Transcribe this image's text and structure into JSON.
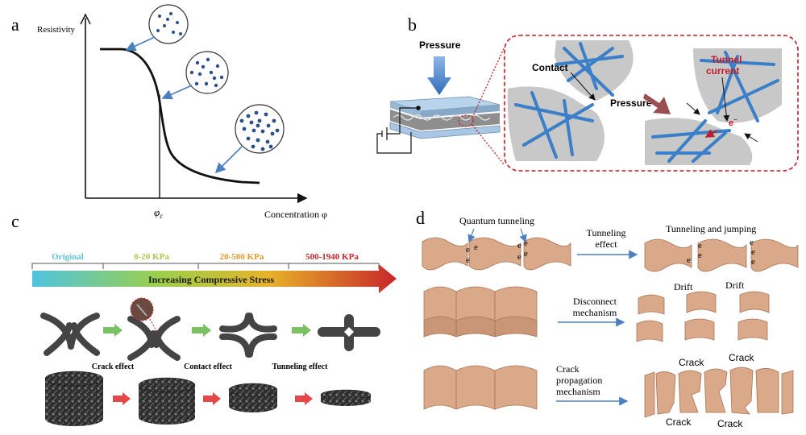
{
  "panel_a": {
    "label": "a",
    "y_axis_label": "Resistivity",
    "x_axis_label": "Concentration φ",
    "critical_label": "φ",
    "critical_sub": "c"
  },
  "panel_b": {
    "label": "b",
    "pressure_top": "Pressure",
    "contact": "Contact",
    "pressure_mid": "Pressure",
    "tunnel_line1": "Tunnel",
    "tunnel_line2": "current",
    "electron": "e",
    "electron_sup": "−"
  },
  "panel_c": {
    "label": "c",
    "stages": [
      {
        "label": "Original",
        "color": "#5fc4d8"
      },
      {
        "label": "0-20 KPa",
        "color": "#a6c84a"
      },
      {
        "label": "20-500 KPa",
        "color": "#e09a2a"
      },
      {
        "label": "500-1940 KPa",
        "color": "#c8262a"
      }
    ],
    "bar_label": "Increasing Compressive Stress",
    "effects": [
      "Crack effect",
      "Contact effect",
      "Tunneling effect"
    ]
  },
  "panel_d": {
    "label": "d",
    "row1_left": "Quantum tunneling",
    "row1_arrow_line1": "Tunneling",
    "row1_arrow_line2": "effect",
    "row1_right": "Tunneling and jumping",
    "electron": "e",
    "row2_arrow_line1": "Disconnect",
    "row2_arrow_line2": "mechanism",
    "drift": "Drift",
    "row3_arrow_line1": "Crack",
    "row3_arrow_line2": "propagation",
    "row3_arrow_line3": "mechanism",
    "crack": "Crack"
  },
  "colors": {
    "wave_fill": "#d9a98a",
    "wave_edge": "#b9876a",
    "fiber_blue": "#3a7fc8",
    "arrow_blue": "#4a7fc0",
    "dashed_red": "#c01e2a"
  }
}
